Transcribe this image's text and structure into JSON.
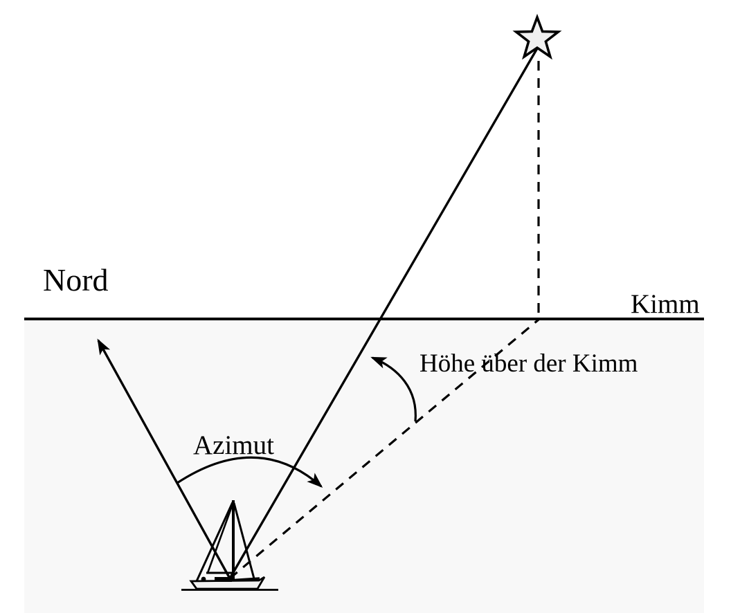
{
  "title": "Celestial navigation diagram: azimuth and altitude above the sea horizon",
  "labels": {
    "north": "Nord",
    "horizon": "Kimm",
    "azimuth": "Azimut",
    "altitude": "Höhe über der Kimm"
  },
  "colors": {
    "line": "#000000",
    "sea_shade": "#f8f8f8",
    "star_fill": "#f0f0f0",
    "hull_fill": "#f2f2f2",
    "background": "#ffffff"
  },
  "icons": {
    "star": "five-pointed-star",
    "boat": "sailboat",
    "north_arrow": "arrow-up-left",
    "azimuth_arrow": "curved-arrow-right",
    "altitude_arrow": "curved-arrow-up-left"
  }
}
